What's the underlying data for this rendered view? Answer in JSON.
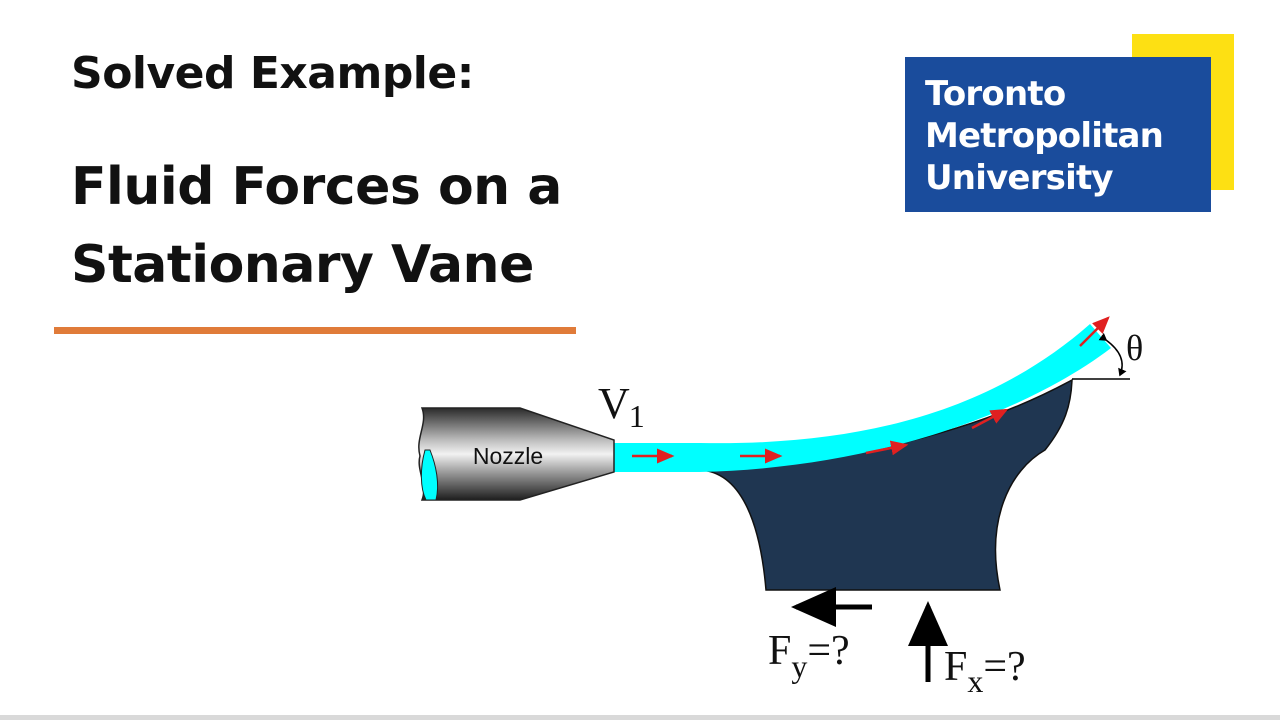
{
  "slide": {
    "subtitle": "Solved Example:",
    "title_lines": [
      "Fluid Forces on a",
      "Stationary Vane"
    ]
  },
  "logo": {
    "lines": [
      "Toronto",
      "Metropolitan",
      "University"
    ],
    "colors": {
      "background": "#1a4c9c",
      "accent": "#fde013",
      "text": "#ffffff"
    }
  },
  "diagram": {
    "nozzle_label": "Nozzle",
    "velocity_symbol": "V",
    "velocity_subscript": "1",
    "angle_symbol": "θ",
    "force_y": {
      "symbol": "F",
      "subscript": "y",
      "suffix": "=?"
    },
    "force_x": {
      "symbol": "F",
      "subscript": "x",
      "suffix": "=?"
    },
    "colors": {
      "jet": "#00ffff",
      "vane": "#1f3651",
      "flow_arrows": "#e02020",
      "rule": "#e07b39"
    }
  }
}
